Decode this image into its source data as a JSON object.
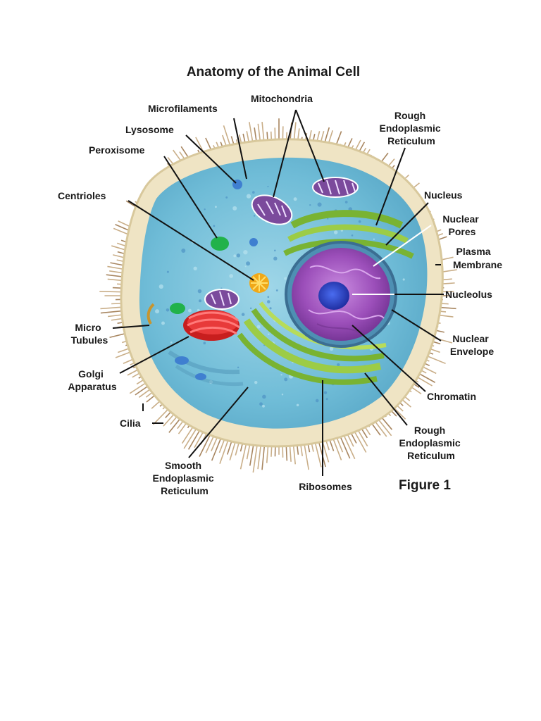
{
  "title": "Anatomy of the Animal Cell",
  "figure_label": "Figure 1",
  "labels": {
    "mitochondria": "Mitochondria",
    "microfilaments": "Microfilaments",
    "lysosome": "Lysosome",
    "peroxisome": "Peroxisome",
    "centrioles": "Centrioles",
    "micro_tubules": [
      "Micro",
      "Tubules"
    ],
    "golgi_apparatus": [
      "Golgi",
      "Apparatus"
    ],
    "cilia": "Cilia",
    "smooth_er": [
      "Smooth",
      "Endoplasmic",
      "Reticulum"
    ],
    "ribosomes": "Ribosomes",
    "rough_er_top": [
      "Rough",
      "Endoplasmic",
      "Reticulum"
    ],
    "nucleus": "Nucleus",
    "nuclear_pores": [
      "Nuclear",
      "Pores"
    ],
    "plasma_membrane": [
      "Plasma",
      "Membrane"
    ],
    "nucleolus": "Nucleolus",
    "nuclear_envelope": [
      "Nuclear",
      "Envelope"
    ],
    "chromatin": "Chromatin",
    "rough_er_bottom": [
      "Rough",
      "Endoplasmic",
      "Reticulum"
    ]
  },
  "colors": {
    "cytoplasm": "#7ec4dc",
    "membrane": "#efe4c4",
    "cilia": "#b99a74",
    "nucleus": "#a15bbf",
    "nucleolus": "#2a3fc2",
    "golgi": "#e02a2a",
    "er": "#8cc63e",
    "peroxisome": "#21b24a",
    "centriole": "#f0a818"
  }
}
